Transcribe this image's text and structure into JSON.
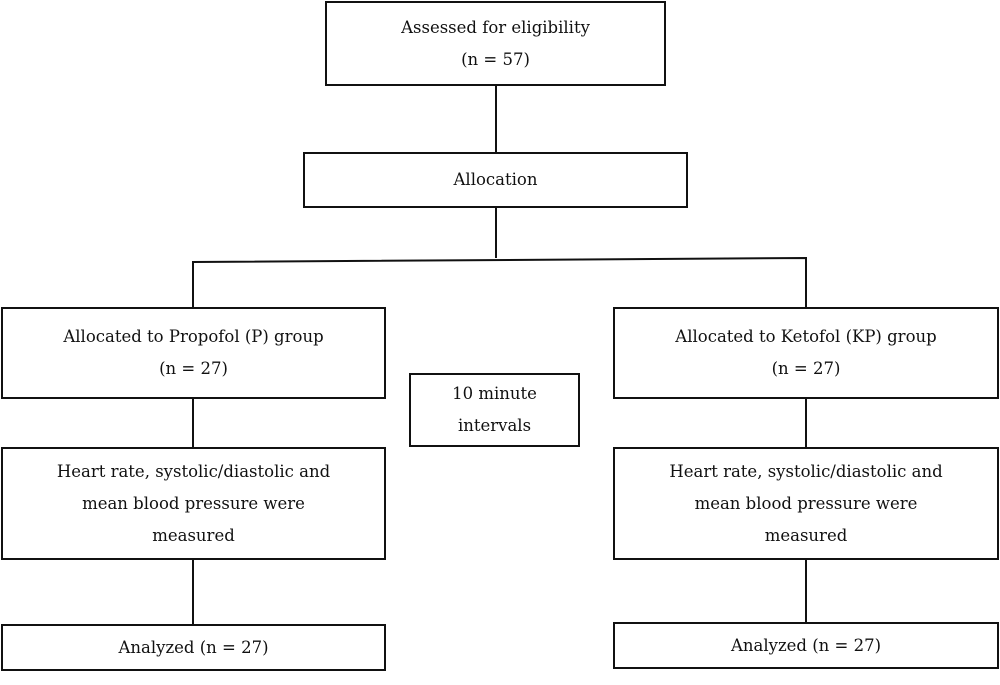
{
  "flowchart": {
    "assessed": {
      "line1": "Assessed for eligibility",
      "line2": "(n = 57)"
    },
    "allocation": {
      "label": "Allocation"
    },
    "propofol_group": {
      "line1": "Allocated to Propofol (P) group",
      "line2": "(n = 27)"
    },
    "ketofol_group": {
      "line1": "Allocated to Ketofol (KP) group",
      "line2": "(n = 27)"
    },
    "interval_note": {
      "line1": "10 minute",
      "line2": "intervals"
    },
    "measured_left": {
      "line1": "Heart rate, systolic/diastolic and",
      "line2": "mean blood pressure were",
      "line3": "measured"
    },
    "measured_right": {
      "line1": "Heart rate, systolic/diastolic and",
      "line2": "mean blood pressure were",
      "line3": "measured"
    },
    "analyzed_left": {
      "label": "Analyzed (n = 27)"
    },
    "analyzed_right": {
      "label": "Analyzed (n = 27)"
    }
  }
}
